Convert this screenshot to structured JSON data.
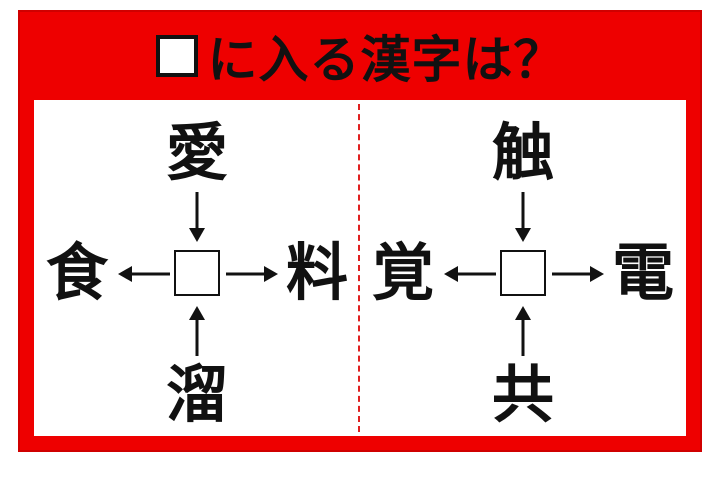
{
  "title": {
    "text": "に入る漢字は？"
  },
  "puzzles": [
    {
      "top": "愛",
      "left": "食",
      "right": "料",
      "bottom": "溜"
    },
    {
      "top": "触",
      "left": "覚",
      "right": "電",
      "bottom": "共"
    }
  ],
  "colors": {
    "frame": "#ee0000",
    "divider": "#e02020",
    "text": "#111111"
  }
}
